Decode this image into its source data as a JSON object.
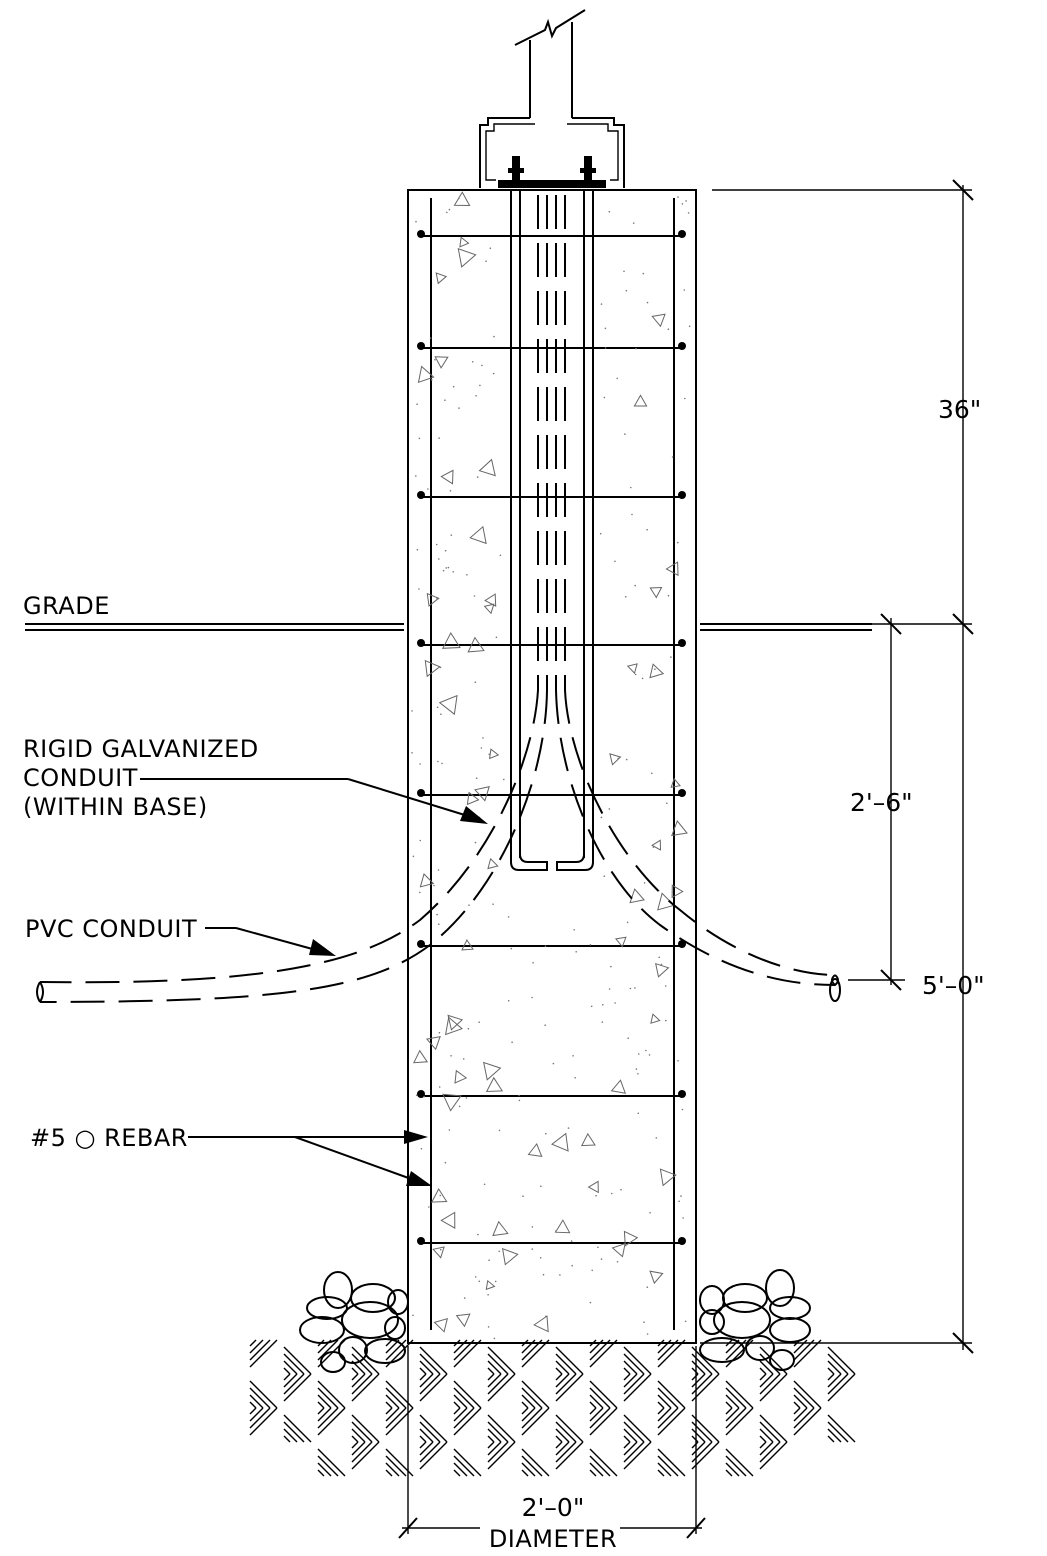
{
  "labels": {
    "grade": "GRADE",
    "rigid_conduit_line1": "RIGID GALVANIZED",
    "rigid_conduit_line2": "CONDUIT",
    "rigid_conduit_line3": "(WITHIN BASE)",
    "pvc_conduit": "PVC CONDUIT",
    "rebar": "#5 ○ REBAR"
  },
  "dimensions": {
    "top_height": "36\"",
    "below_grade_to_conduit": "2'–6\"",
    "below_grade_total": "5'–0\"",
    "diameter_value": "2'–0\"",
    "diameter_label": "DIAMETER"
  }
}
